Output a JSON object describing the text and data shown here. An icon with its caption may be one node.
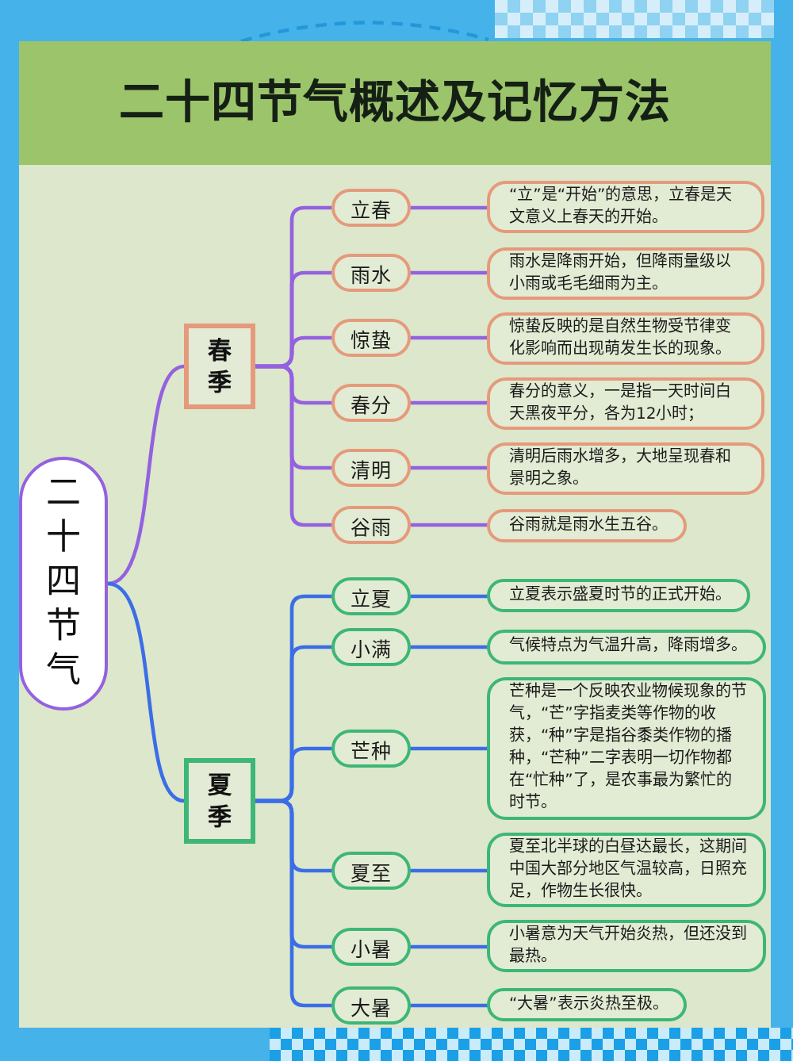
{
  "diagram": {
    "title": "二十四节气概述及记忆方法",
    "nodes": [
      {
        "text": [
          "二十四节气"
        ]
      },
      {
        "text": [
          "春季"
        ]
      },
      {
        "text": [
          "立春"
        ]
      },
      {
        "text": [
          "“立”是“开始”的意思，立春是天文意义上春天的开始。"
        ]
      },
      {
        "text": [
          "雨水"
        ]
      },
      {
        "text": [
          "雨水是降雨开始，但降雨量级以小雨或毛毛细雨为主。"
        ]
      },
      {
        "text": [
          "惊蛰"
        ]
      },
      {
        "text": [
          "惊蛰反映的是自然生物受节律变化影响而出现萌发生长的现象。"
        ]
      },
      {
        "text": [
          "春分"
        ]
      },
      {
        "text": [
          "春分的意义，一是指一天时间白天黑夜平分，各为12小时；"
        ]
      },
      {
        "text": [
          "清明"
        ]
      },
      {
        "text": [
          "清明后雨水增多，大地呈现春和景明之象。"
        ]
      },
      {
        "text": [
          "谷雨"
        ]
      },
      {
        "text": [
          "谷雨就是雨水生五谷。"
        ]
      },
      {
        "text": [
          "夏季"
        ]
      },
      {
        "text": [
          "立夏"
        ]
      },
      {
        "text": [
          "立夏表示盛夏时节的正式开始。"
        ]
      },
      {
        "text": [
          "小满"
        ]
      },
      {
        "text": [
          "气候特点为气温升高，降雨增多。"
        ]
      },
      {
        "text": [
          "芒种"
        ]
      },
      {
        "text": [
          "芒种是一个反映农业物候现象的节气，“芒”字指麦类等作物的收获，“种”字是指谷黍类作物的播种，“芒种”二字表明一切作物都在“忙种”了，是农事最为繁忙的时节。"
        ]
      },
      {
        "text": [
          "夏至"
        ]
      },
      {
        "text": [
          "夏至北半球的白昼达最长，这期间中国大部分地区气温较高，日照充足，作物生长很快。"
        ]
      },
      {
        "text": [
          "小暑"
        ]
      },
      {
        "text": [
          "小暑意为天气开始炎热，但还没到最热。"
        ]
      },
      {
        "text": [
          "大暑"
        ]
      },
      {
        "text": [
          "“大暑”表示炎热至极。"
        ]
      }
    ],
    "edges": [
      {
        "from": 0,
        "to": 1,
        "arrow": "none"
      },
      {
        "from": 1,
        "to": 2,
        "arrow": "none"
      },
      {
        "from": 2,
        "to": 3,
        "arrow": "none"
      },
      {
        "from": 1,
        "to": 4,
        "arrow": "none"
      },
      {
        "from": 4,
        "to": 5,
        "arrow": "none"
      },
      {
        "from": 1,
        "to": 6,
        "arrow": "none"
      },
      {
        "from": 6,
        "to": 7,
        "arrow": "none"
      },
      {
        "from": 1,
        "to": 8,
        "arrow": "none"
      },
      {
        "from": 8,
        "to": 9,
        "arrow": "none"
      },
      {
        "from": 1,
        "to": 10,
        "arrow": "none"
      },
      {
        "from": 10,
        "to": 11,
        "arrow": "none"
      },
      {
        "from": 1,
        "to": 12,
        "arrow": "none"
      },
      {
        "from": 12,
        "to": 13,
        "arrow": "none"
      },
      {
        "from": 0,
        "to": 14,
        "arrow": "none",
        "color": "#3b6ee6"
      },
      {
        "from": 14,
        "to": 15,
        "arrow": "none",
        "color": "#3b6ee6"
      },
      {
        "from": 15,
        "to": 16,
        "arrow": "none",
        "color": "#3b6ee6"
      },
      {
        "from": 14,
        "to": 17,
        "arrow": "none",
        "color": "#3b6ee6"
      },
      {
        "from": 17,
        "to": 18,
        "arrow": "none",
        "color": "#3b6ee6"
      },
      {
        "from": 14,
        "to": 19,
        "arrow": "none",
        "color": "#3b6ee6"
      },
      {
        "from": 19,
        "to": 20,
        "arrow": "none",
        "color": "#3b6ee6"
      },
      {
        "from": 14,
        "to": 21,
        "arrow": "none",
        "color": "#3b6ee6"
      },
      {
        "from": 21,
        "to": 22,
        "arrow": "none",
        "color": "#3b6ee6"
      },
      {
        "from": 14,
        "to": 23,
        "arrow": "none",
        "color": "#3b6ee6"
      },
      {
        "from": 23,
        "to": 24,
        "arrow": "none",
        "color": "#3b6ee6"
      },
      {
        "from": 14,
        "to": 25,
        "arrow": "none",
        "color": "#3b6ee6"
      },
      {
        "from": 25,
        "to": 26,
        "arrow": "none",
        "color": "#3b6ee6"
      }
    ]
  }
}
